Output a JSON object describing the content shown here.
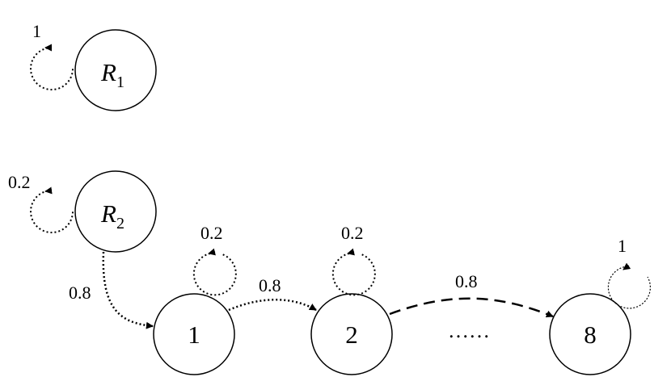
{
  "nodes": {
    "r1": {
      "main": "R",
      "sub": "1"
    },
    "r2": {
      "main": "R",
      "sub": "2"
    },
    "s1": {
      "label": "1"
    },
    "s2": {
      "label": "2"
    },
    "s8": {
      "label": "8"
    }
  },
  "edges": {
    "r1_self": "1",
    "r2_self": "0.2",
    "r2_to_1": "0.8",
    "s1_self": "0.2",
    "s1_to_2": "0.8",
    "s2_self": "0.2",
    "s2_to_8": "0.8",
    "s8_self": "1"
  },
  "ellipsis": "……"
}
